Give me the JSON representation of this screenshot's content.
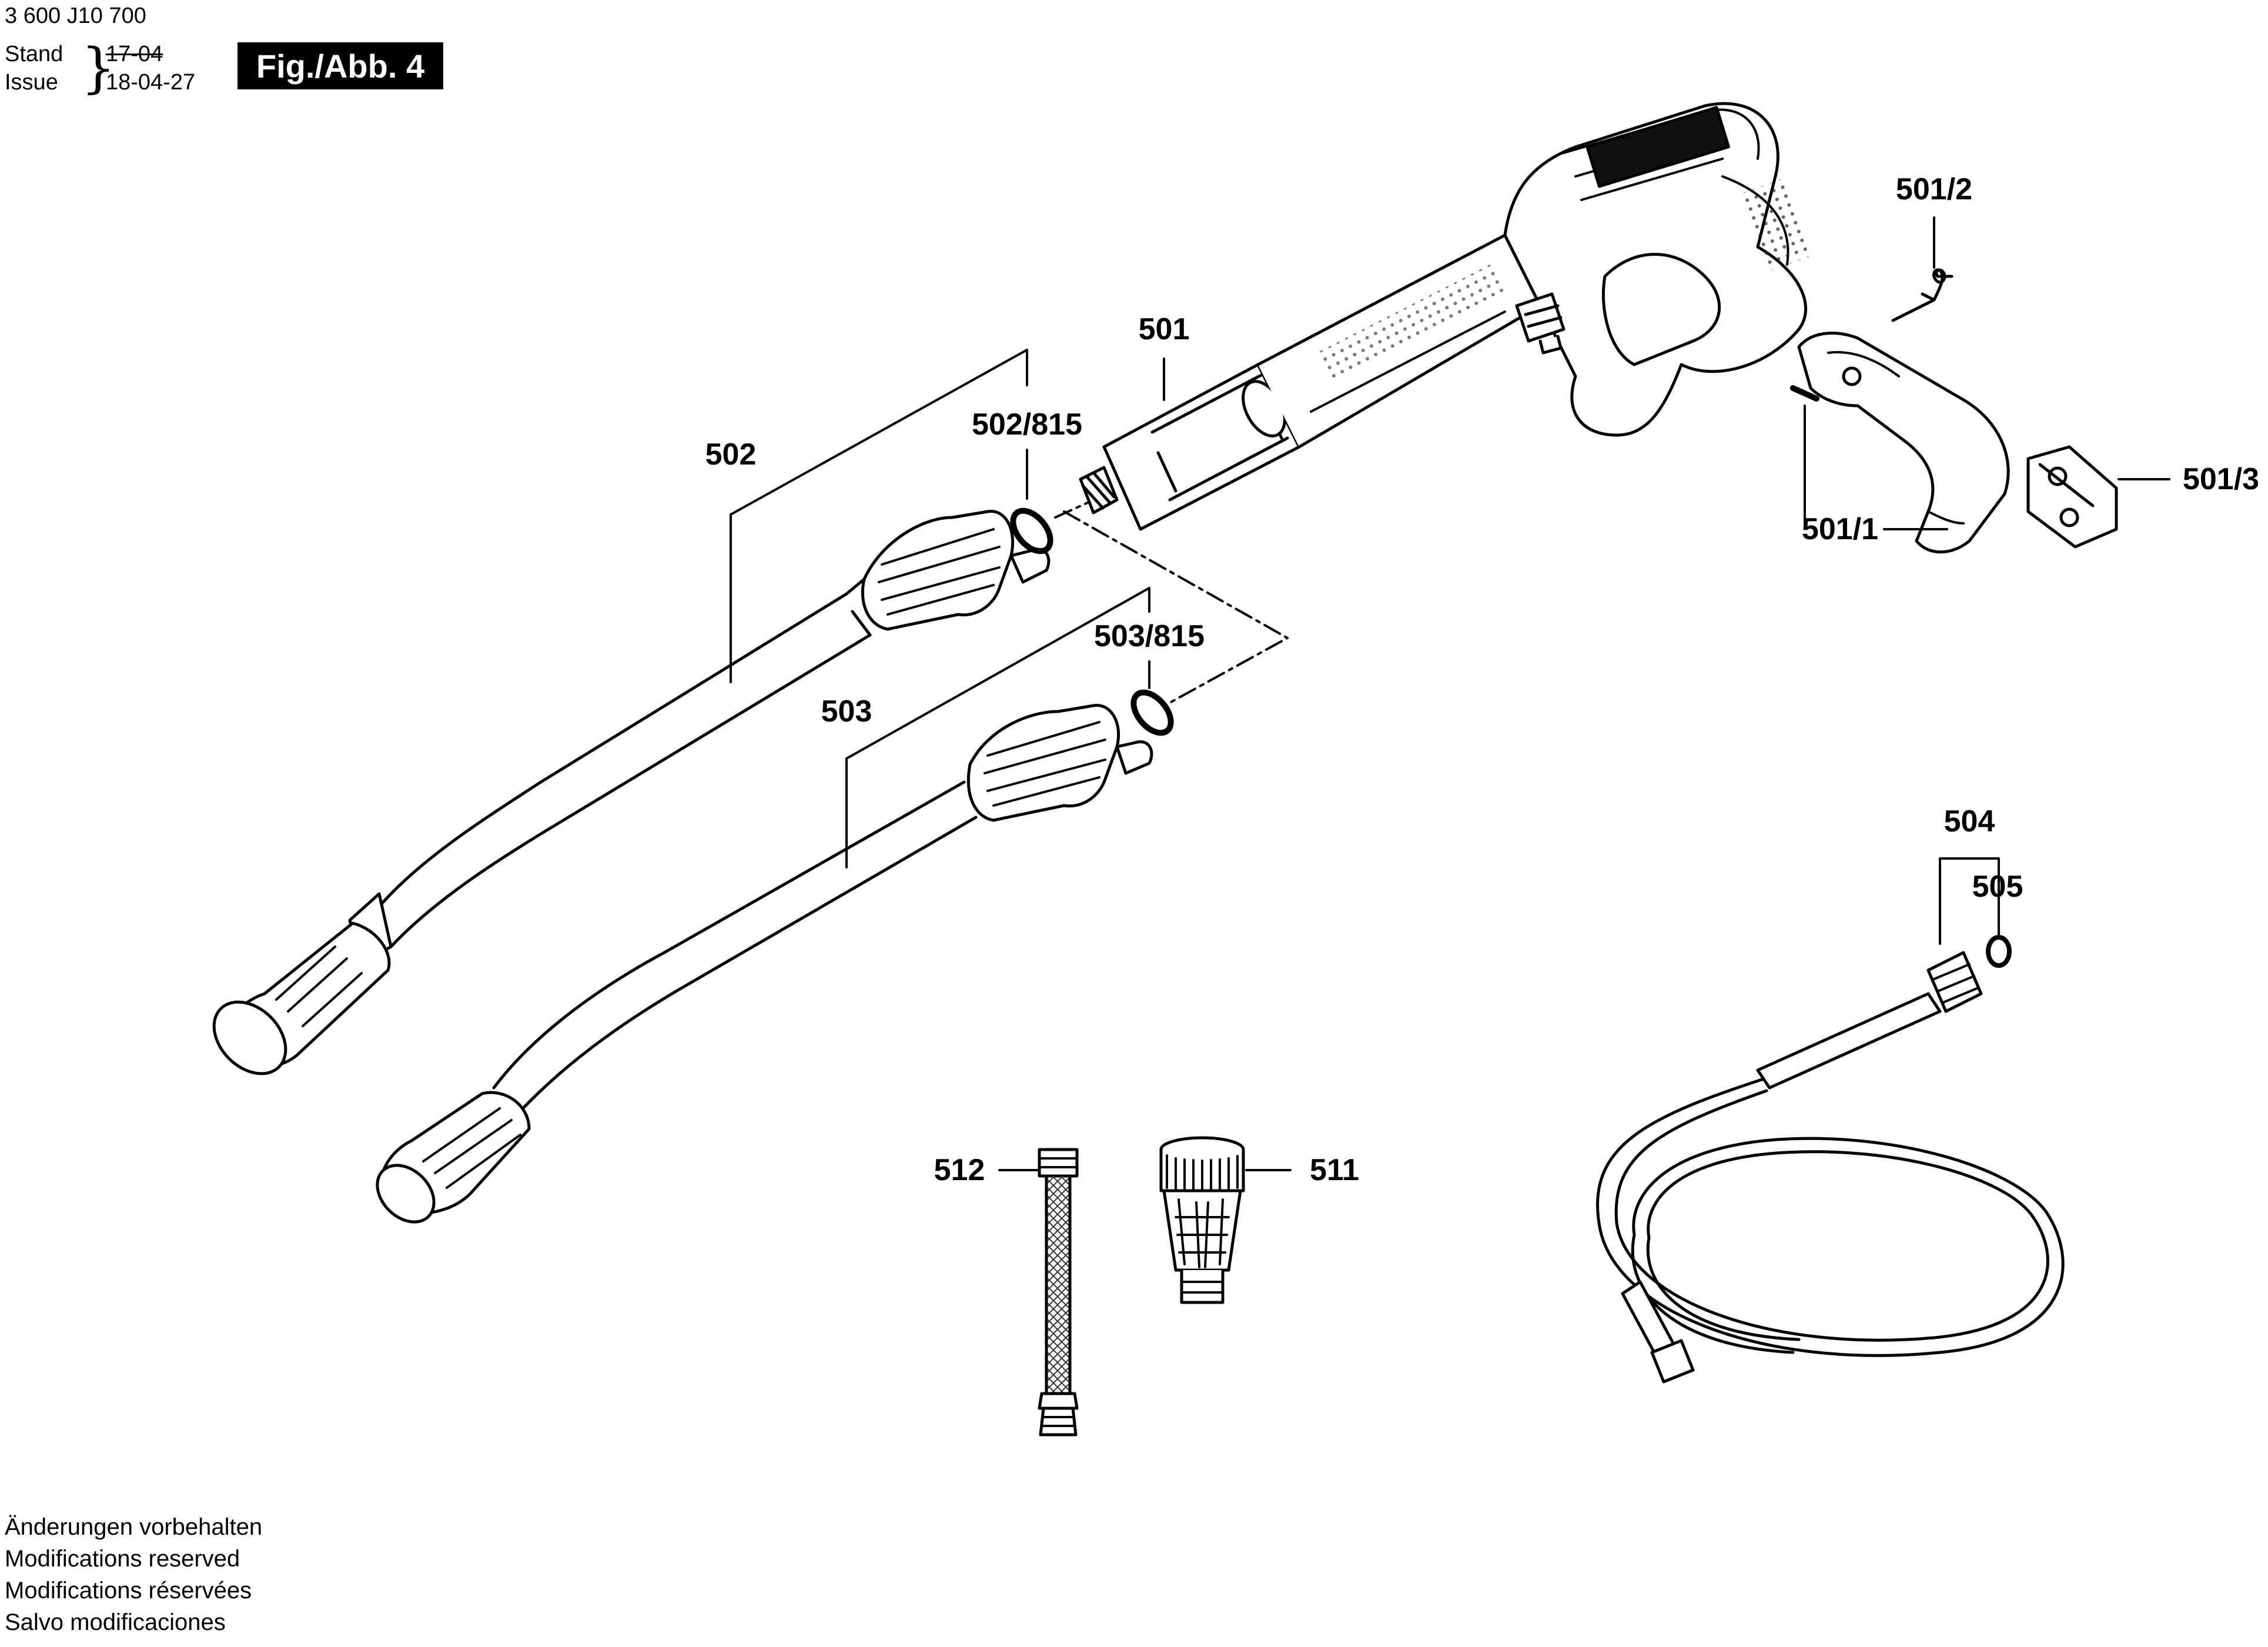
{
  "header": {
    "doc_number": "3 600 J10 700",
    "stand_label": "Stand",
    "issue_label": "Issue",
    "stand_date": "17-04",
    "issue_date": "18-04-27",
    "figure_label": "Fig./Abb. 4"
  },
  "callouts": {
    "c501": "501",
    "c501_1": "501/1",
    "c501_2": "501/2",
    "c501_3": "501/3",
    "c502": "502",
    "c502_815": "502/815",
    "c503": "503",
    "c503_815": "503/815",
    "c504": "504",
    "c505": "505",
    "c511": "511",
    "c512": "512"
  },
  "footer": {
    "line_de": "Änderungen vorbehalten",
    "line_en": "Modifications reserved",
    "line_fr": "Modifications réservées",
    "line_es": "Salvo modificaciones"
  }
}
